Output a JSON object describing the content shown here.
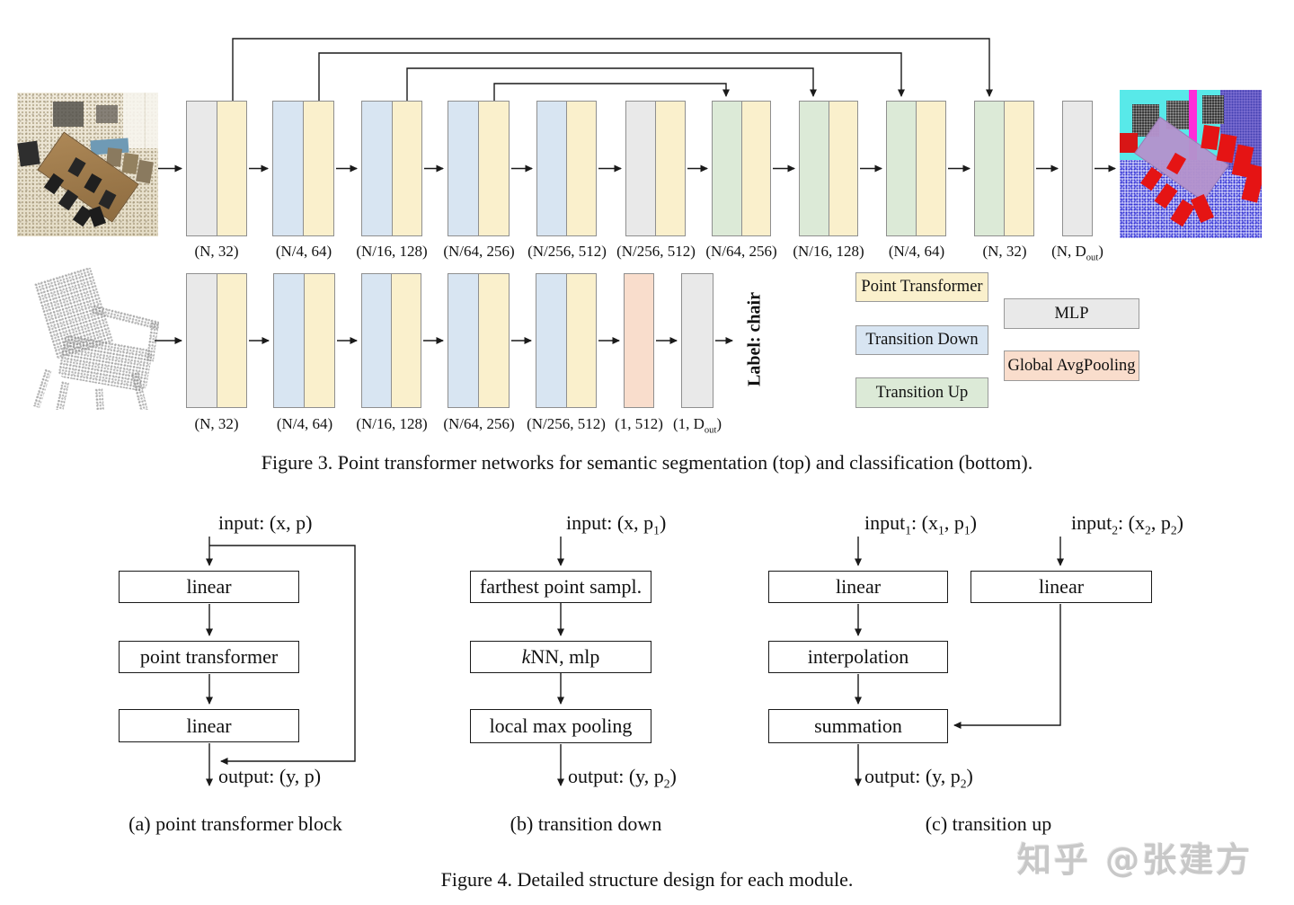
{
  "palette": {
    "point_transformer": "#faf0cc",
    "transition_down": "#d8e5f2",
    "transition_up": "#dcead7",
    "mlp": "#e9e9e9",
    "global_avgpooling": "#f9ddcc",
    "line": "#1a1a1a",
    "bar_border": "#8f8f8f"
  },
  "figure3": {
    "caption": "Figure 3. Point transformer networks for semantic segmentation (top) and classification (bottom).",
    "seg_labels": [
      "(N, 32)",
      "(N/4, 64)",
      "(N/16, 128)",
      "(N/64, 256)",
      "(N/256, 512)",
      "(N/256, 512)",
      "(N/64, 256)",
      "(N/16, 128)",
      "(N/4, 64)",
      "(N, 32)"
    ],
    "seg_label_dout": [
      {
        "t": "(N, D"
      },
      {
        "t": "out",
        "sub": true
      },
      {
        "t": ")"
      }
    ],
    "cls_labels": [
      "(N, 32)",
      "(N/4, 64)",
      "(N/16, 128)",
      "(N/64, 256)",
      "(N/256, 512)",
      "(1, 512)"
    ],
    "cls_label_dout": [
      {
        "t": "(1, D"
      },
      {
        "t": "out",
        "sub": true
      },
      {
        "t": ")"
      }
    ],
    "cls_output_label": "Label: chair",
    "legend": {
      "pt": "Point Transformer",
      "td": "Transition Down",
      "tu": "Transition Up",
      "mlp": "MLP",
      "gap": "Global AvgPooling"
    }
  },
  "figure4": {
    "caption": "Figure 4. Detailed structure design for each module.",
    "a": {
      "input": "input: (x, p)",
      "box1": "linear",
      "box2": "point transformer",
      "box3": "linear",
      "output": "output: (y, p)",
      "caption": "(a) point transformer block"
    },
    "b": {
      "input": [
        {
          "t": "input: (x, p"
        },
        {
          "t": "1",
          "sub": true
        },
        {
          "t": ")"
        }
      ],
      "box1": "farthest point sampl.",
      "box2": [
        {
          "t": "k",
          "i": true
        },
        {
          "t": "NN, mlp"
        }
      ],
      "box3": "local max pooling",
      "output": [
        {
          "t": "output: (y, p"
        },
        {
          "t": "2",
          "sub": true
        },
        {
          "t": ")"
        }
      ],
      "caption": "(b) transition down"
    },
    "c": {
      "input1": [
        {
          "t": "input"
        },
        {
          "t": "1",
          "sub": true
        },
        {
          "t": ": (x"
        },
        {
          "t": "1",
          "sub": true
        },
        {
          "t": ", p"
        },
        {
          "t": "1",
          "sub": true
        },
        {
          "t": ")"
        }
      ],
      "input2": [
        {
          "t": "input"
        },
        {
          "t": "2",
          "sub": true
        },
        {
          "t": ": (x"
        },
        {
          "t": "2",
          "sub": true
        },
        {
          "t": ", p"
        },
        {
          "t": "2",
          "sub": true
        },
        {
          "t": ")"
        }
      ],
      "box_left1": "linear",
      "box_right": "linear",
      "box_left2": "interpolation",
      "box_left3": "summation",
      "output": [
        {
          "t": "output: (y, p"
        },
        {
          "t": "2",
          "sub": true
        },
        {
          "t": ")"
        }
      ],
      "caption": "(c) transition up"
    }
  },
  "watermark": "知乎 @张建方"
}
